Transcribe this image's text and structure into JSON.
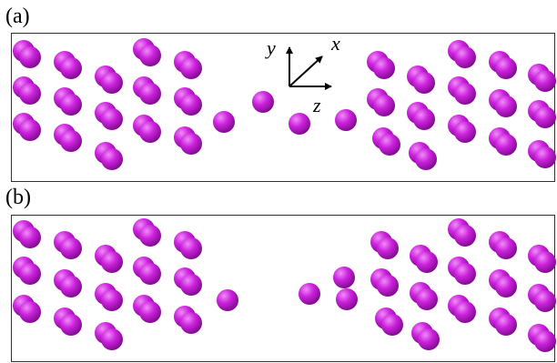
{
  "panels": [
    {
      "label": "(a)"
    },
    {
      "label": "(b)"
    }
  ],
  "axes": {
    "y": "y",
    "x": "x",
    "z": "z"
  },
  "colors": {
    "sphere": "#cc22dd",
    "sphere_highlight": "#f08cf8",
    "sphere_shadow": "#7a0a88",
    "frame": "#333333"
  }
}
